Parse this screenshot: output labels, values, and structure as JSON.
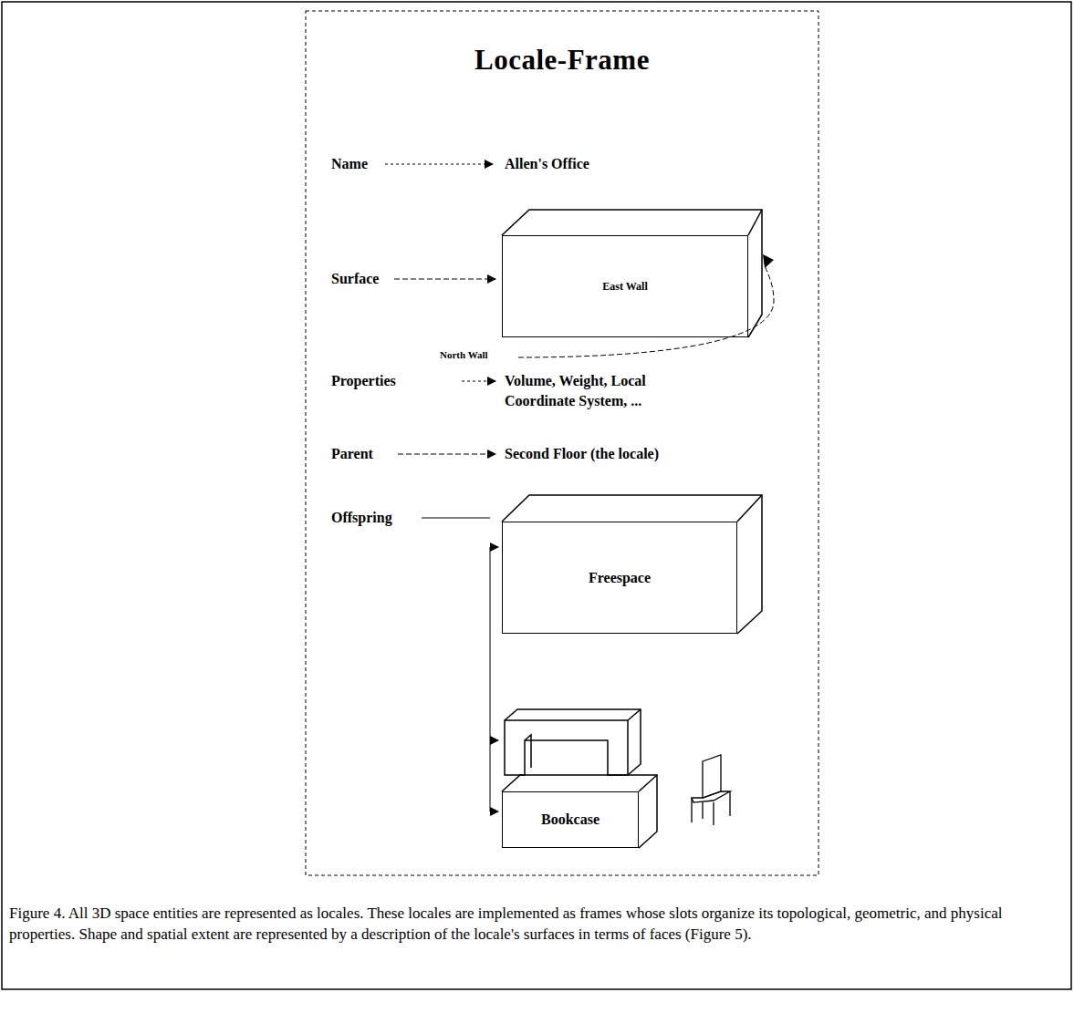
{
  "diagram": {
    "title": "Locale-Frame",
    "caption": "Figure 4. All 3D space entities are represented as locales. These locales are implemented as frames whose slots organize its topological, geometric, and physical properties. Shape and spatial extent are represented by a description of the locale's surfaces in terms of faces (Figure 5).",
    "nodes": [
      {
        "text": [
          "East Wall"
        ]
      },
      {
        "text": [
          "Freespace"
        ]
      },
      {
        "text": [
          "Bookcase"
        ]
      }
    ],
    "labels": [
      "Name",
      "Allen's Office",
      "Surface",
      "North Wall",
      "Properties",
      "Volume, Weight, Local Coordinate System, ...",
      "Parent",
      "Second Floor (the locale)",
      "Offspring"
    ]
  }
}
